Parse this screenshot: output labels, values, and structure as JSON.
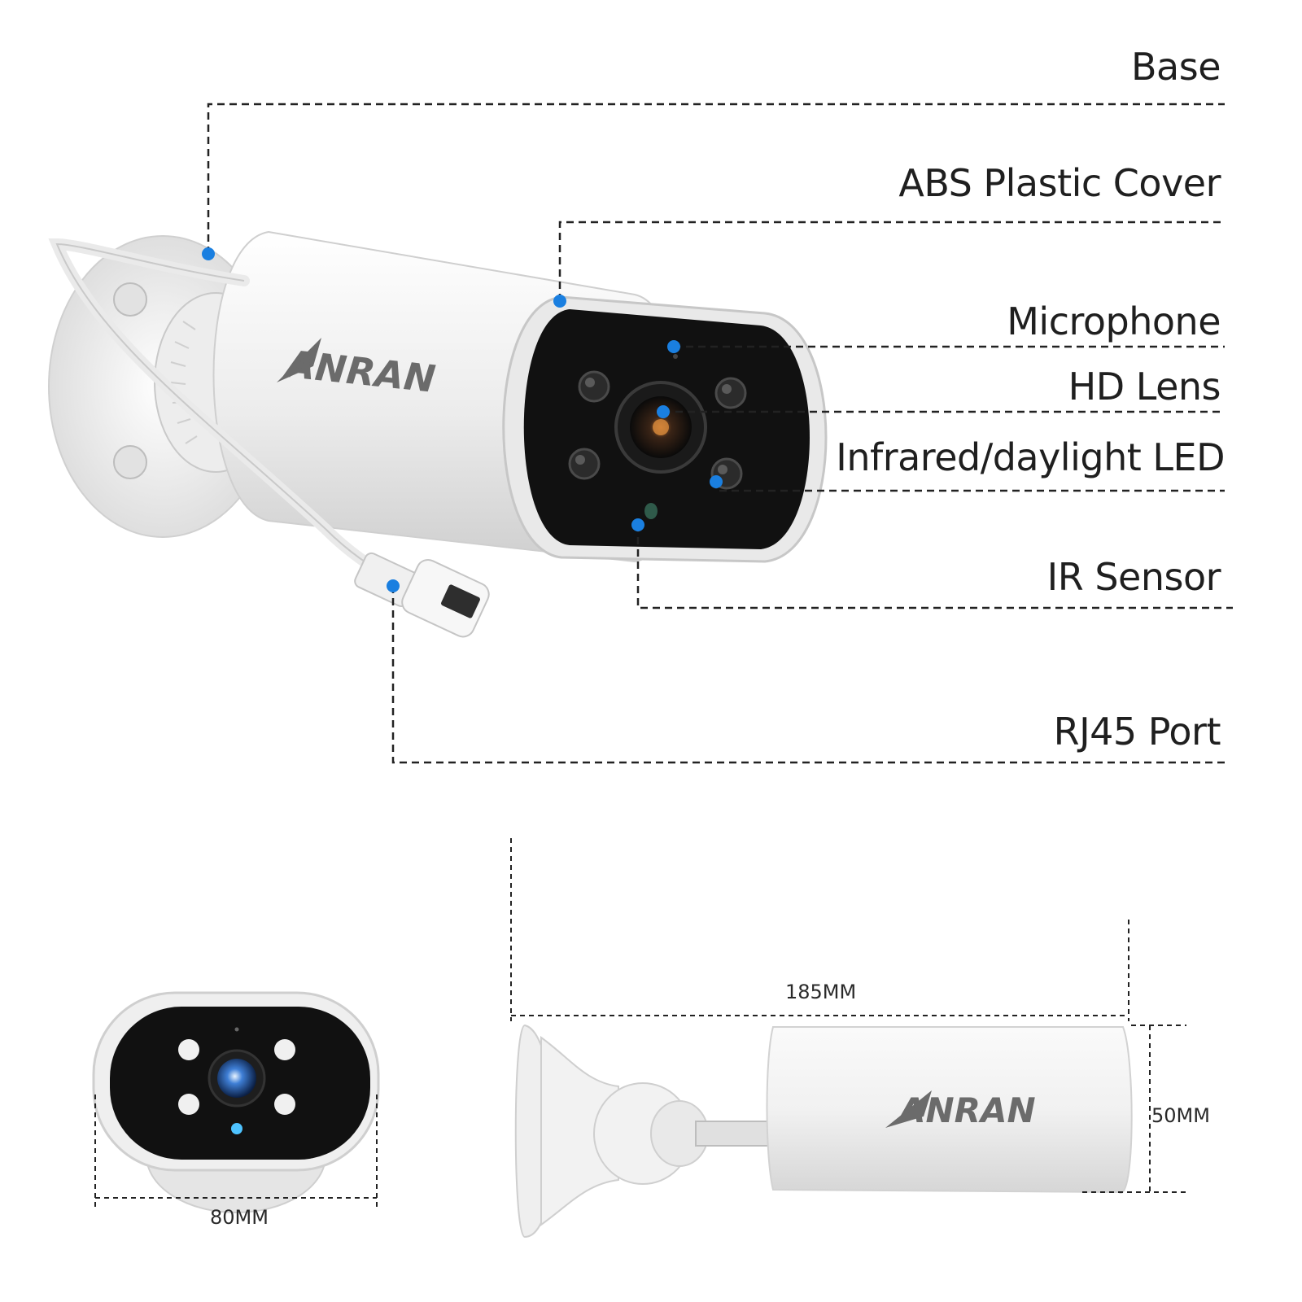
{
  "callouts": {
    "base": "Base",
    "abs_cover": "ABS Plastic Cover",
    "microphone": "Microphone",
    "hd_lens": "HD Lens",
    "led": "Infrared/daylight LED",
    "ir_sensor": "IR Sensor",
    "rj45": "RJ45 Port"
  },
  "dimensions": {
    "width": "80MM",
    "length": "185MM",
    "diameter": "50MM"
  },
  "brand": {
    "logo_main": "ANRAN",
    "logo_side": "ANRAN"
  },
  "colors": {
    "accent_dot": "#1a7fe0",
    "body": "#f4f4f4",
    "face": "#121212",
    "label_text": "#1f1f1f"
  }
}
